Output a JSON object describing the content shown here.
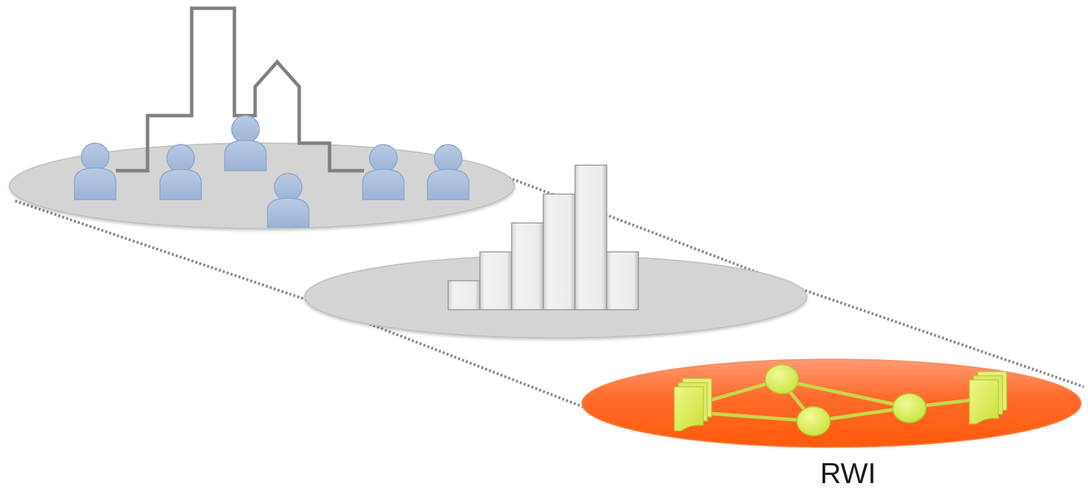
{
  "diagram": {
    "label": "RWI",
    "layers": [
      {
        "name": "city-population-layer",
        "icon": "city-skyline-with-people",
        "fill": "#d4d4d4"
      },
      {
        "name": "statistics-layer",
        "icon": "histogram-bars",
        "fill": "#d4d4d4"
      },
      {
        "name": "rwi-network-layer",
        "icon": "document-network",
        "fill": "#ff5a14"
      }
    ],
    "colors": {
      "projection_line": "#8c8c8c",
      "person": "#aabfdc",
      "skyline": "#808080",
      "bar": "#e6e6e6",
      "network_node": "#d8ec5c",
      "network_edge": "#c8d84a"
    },
    "histogram_values": [
      1,
      2,
      3,
      4,
      5,
      2
    ],
    "people_count": 6
  }
}
